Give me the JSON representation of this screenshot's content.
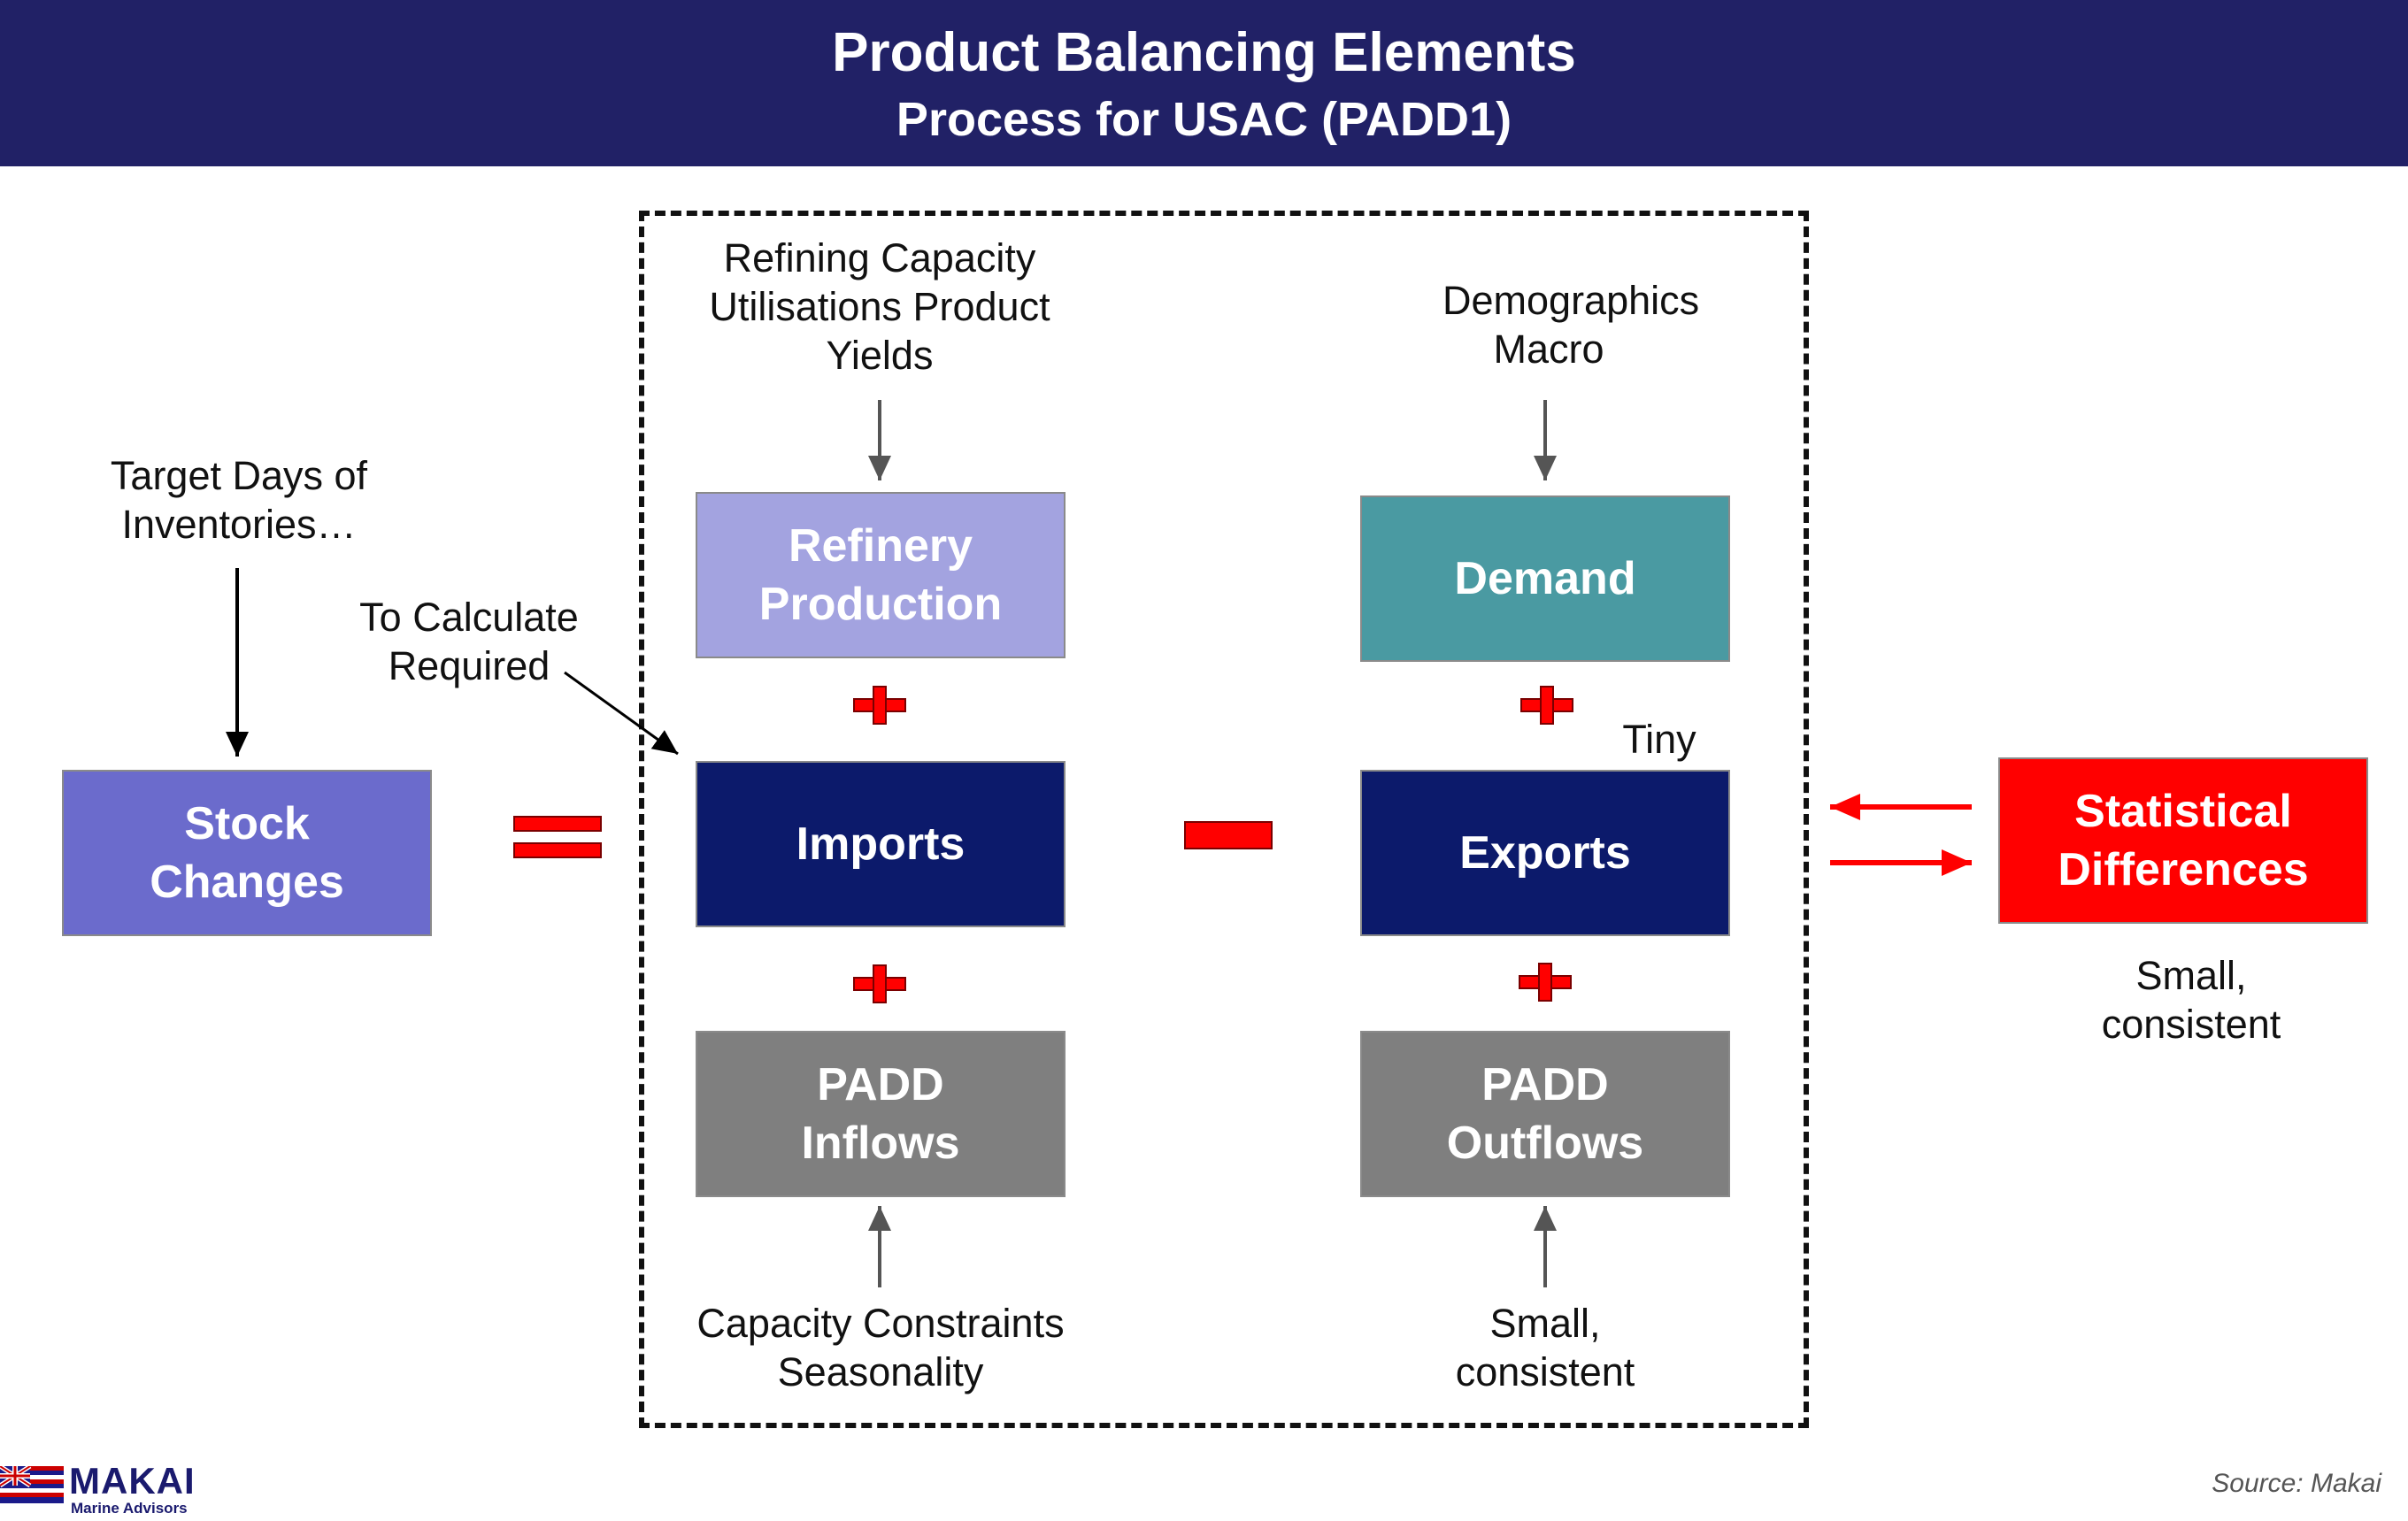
{
  "header": {
    "title": "Product Balancing Elements",
    "subtitle": "Process for USAC (PADD1)"
  },
  "boxes": {
    "stock_changes": "Stock Changes",
    "refinery_production": "Refinery Production",
    "imports": "Imports",
    "padd_inflows": "PADD Inflows",
    "demand": "Demand",
    "exports": "Exports",
    "padd_outflows": "PADD Outflows",
    "statistical_differences": "Statistical Differences"
  },
  "notes": {
    "target_days": "Target Days of Inventories…",
    "to_calculate": "To Calculate Required",
    "refining_capacity": "Refining Capacity Utilisations Product Yields",
    "demographics": "Demographics Macro",
    "capacity_constraints": "Capacity Constraints Seasonality",
    "outflows_small": "Small, consistent",
    "tiny": "Tiny",
    "stat_small": "Small, consistent"
  },
  "colors": {
    "header_bg": "#212166",
    "stock_changes": "#6b6bcc",
    "refinery_production": "#a3a3e0",
    "imports_exports": "#0c1a6b",
    "demand": "#4a9aa2",
    "padd": "#7f7f7f",
    "statistical_differences": "#ff0000",
    "operator": "#ff0000"
  },
  "logo": {
    "name": "MAKAI",
    "tagline": "Marine Advisors"
  },
  "source": "Source: Makai"
}
